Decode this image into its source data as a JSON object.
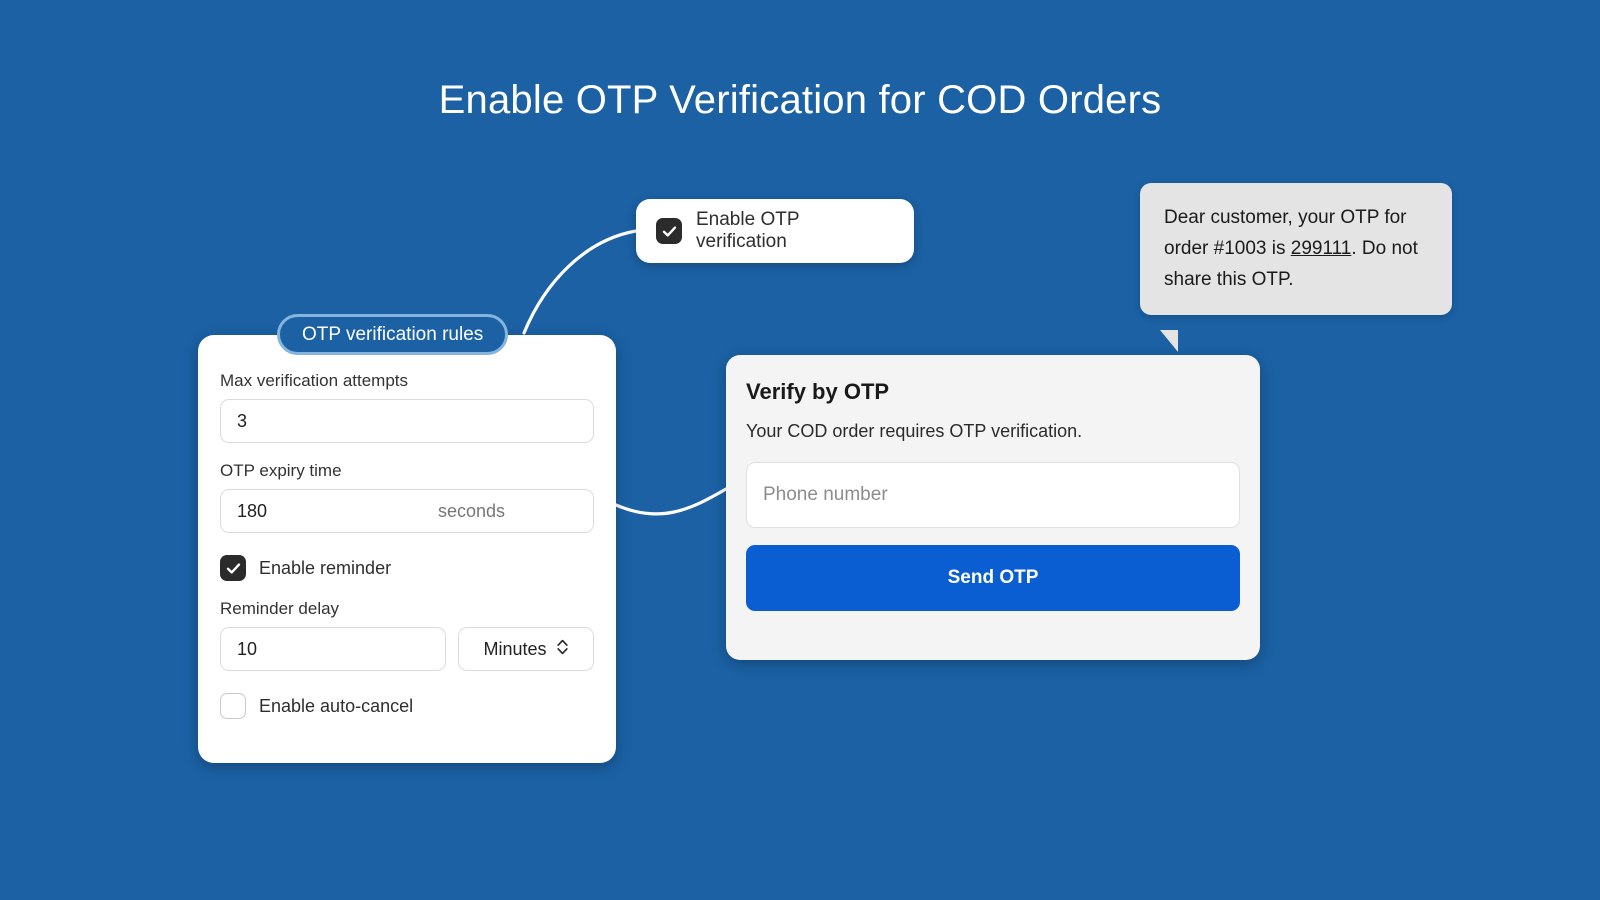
{
  "page": {
    "title": "Enable OTP Verification for COD Orders",
    "background_color": "#1b61a4"
  },
  "enable_card": {
    "checkbox_label": "Enable OTP verification",
    "checked": true
  },
  "rules_card": {
    "badge_label": "OTP verification rules",
    "fields": {
      "max_attempts": {
        "label": "Max verification attempts",
        "value": "3"
      },
      "expiry_time": {
        "label": "OTP expiry time",
        "value": "180",
        "unit": "seconds"
      },
      "enable_reminder": {
        "label": "Enable reminder",
        "checked": true
      },
      "reminder_delay": {
        "label": "Reminder delay",
        "value": "10",
        "unit": "Minutes"
      },
      "enable_auto_cancel": {
        "label": "Enable auto-cancel",
        "checked": false
      }
    }
  },
  "verify_card": {
    "title": "Verify by OTP",
    "subtitle": "Your COD order requires OTP verification.",
    "phone_placeholder": "Phone number",
    "phone_value": "",
    "submit_label": "Send OTP",
    "submit_color": "#0b5ed1"
  },
  "sms_bubble": {
    "text_before": "Dear customer, your OTP for order #1003 is ",
    "otp_code": "299111",
    "text_after": ". Do not share this OTP."
  }
}
